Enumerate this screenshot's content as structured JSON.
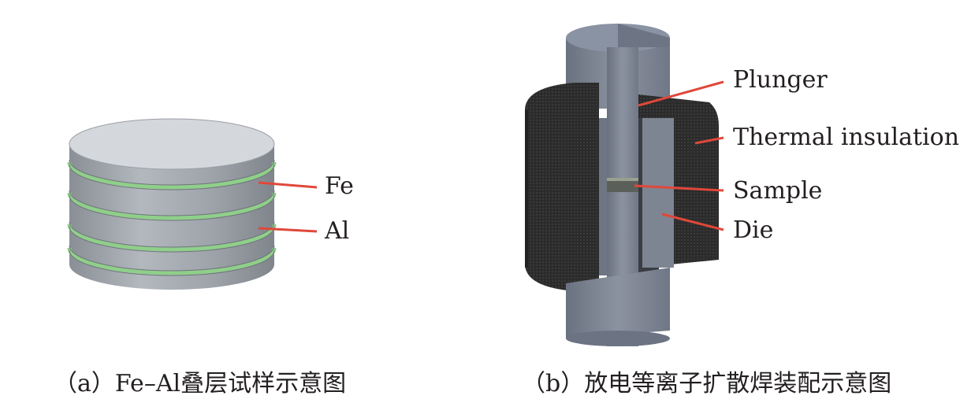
{
  "panel_a": {
    "labels": {
      "fe": "Fe",
      "al": "Al"
    },
    "caption": "（a）Fe–Al叠层试样示意图"
  },
  "panel_b": {
    "labels": {
      "plunger": "Plunger",
      "thermal_insulation": "Thermal insulation",
      "sample": "Sample",
      "die": "Die"
    },
    "caption": "（b）放电等离子扩散焊装配示意图"
  },
  "colors": {
    "leader_line": "#e0483a",
    "fe_layer": "#8fcf8a",
    "al_layer": "#9aa0a8",
    "insulation": "#2e2e2e",
    "die_metal": "#7d8593",
    "plunger_metal": "#7a8190"
  }
}
